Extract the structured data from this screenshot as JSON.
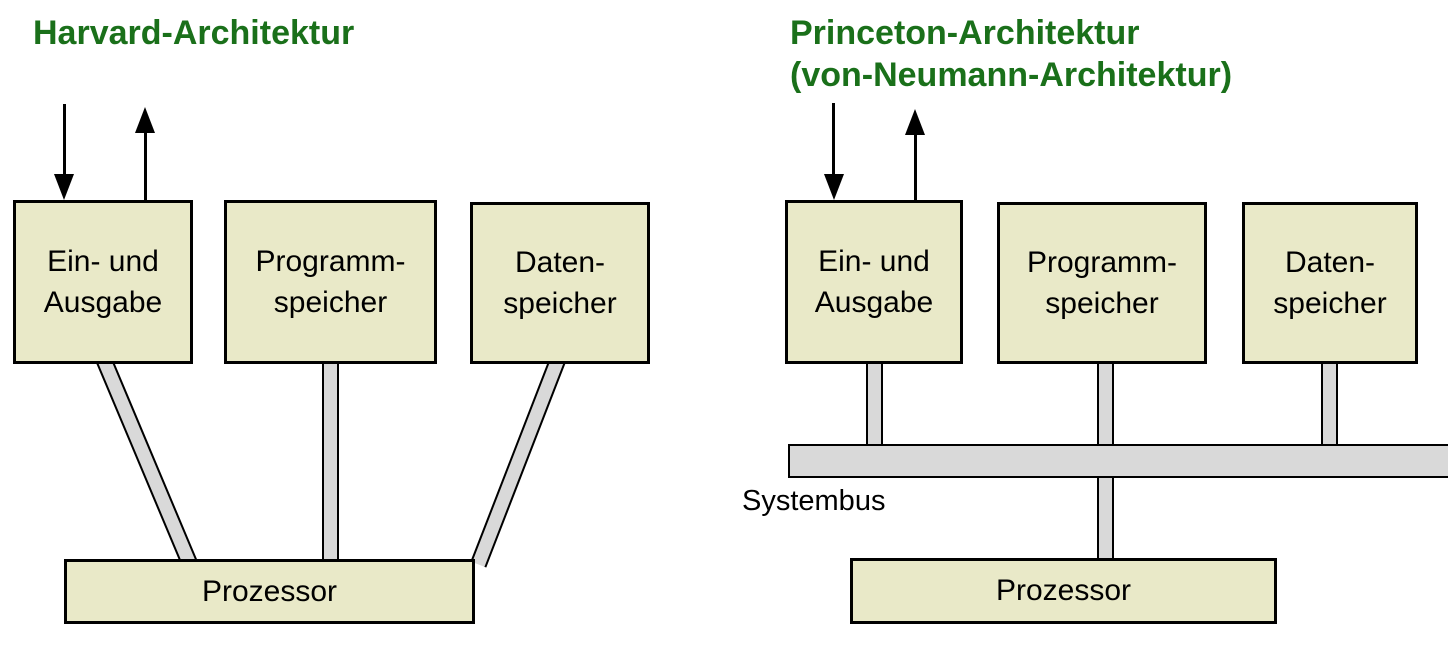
{
  "colors": {
    "title_green": "#1a701a",
    "box_fill": "#e9e9c8",
    "connector_gray": "#d9d9d9",
    "outline_black": "#000000"
  },
  "harvard": {
    "title": "Harvard-Architektur",
    "boxes": [
      {
        "line1": "Ein- und",
        "line2": "Ausgabe"
      },
      {
        "line1": "Programm-",
        "line2": "speicher"
      },
      {
        "line1": "Daten-",
        "line2": "speicher"
      }
    ],
    "processor": "Prozessor"
  },
  "princeton": {
    "title_line1": "Princeton-Architektur",
    "title_line2": "(von-Neumann-Architektur)",
    "boxes": [
      {
        "line1": "Ein- und",
        "line2": "Ausgabe"
      },
      {
        "line1": "Programm-",
        "line2": "speicher"
      },
      {
        "line1": "Daten-",
        "line2": "speicher"
      }
    ],
    "bus_label": "Systembus",
    "processor": "Prozessor"
  }
}
